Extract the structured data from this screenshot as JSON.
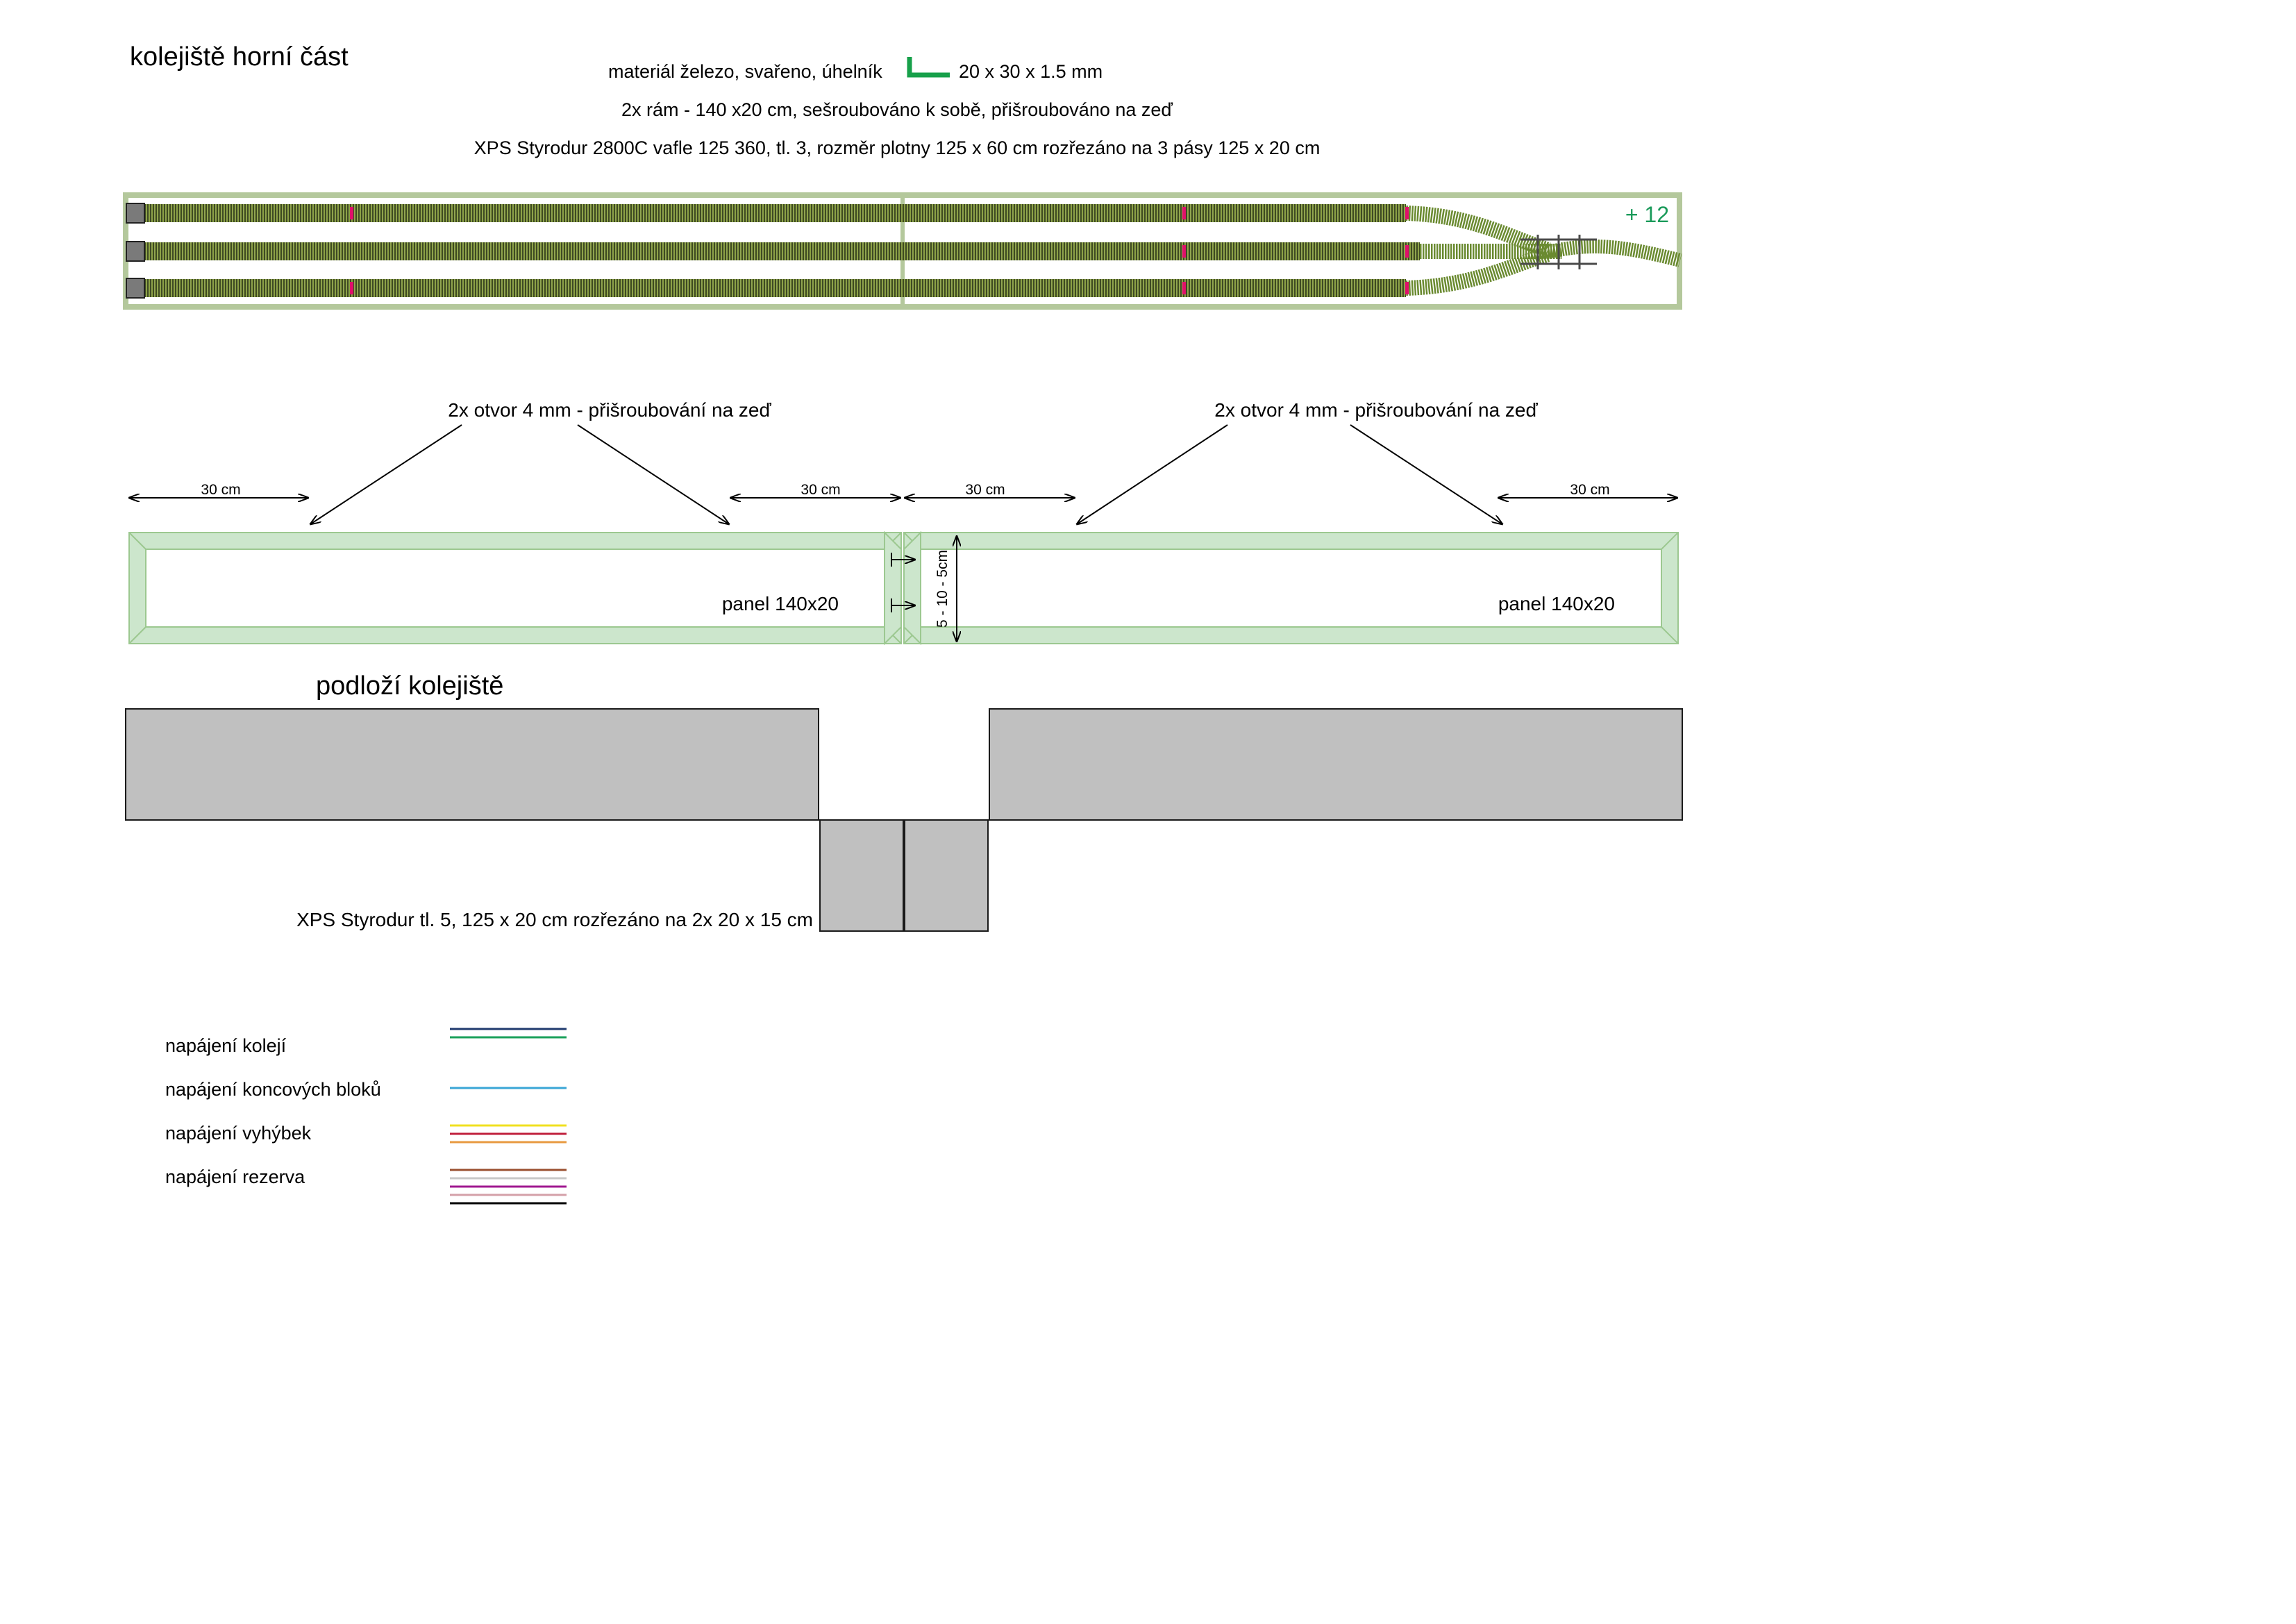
{
  "title": "kolejiště horní část",
  "notes": {
    "material_prefix": "materiál železo, svařeno, úhelník",
    "material_suffix": "20 x 30 x 1.5 mm",
    "frame": "2x rám - 140 x20 cm, sešroubováno k sobě, přišroubováno na zeď",
    "xps": "XPS Styrodur 2800C vafle 125 360, tl. 3,  rozměr plotny 125 x 60 cm rozřezáno na 3 pásy 125 x 20 cm"
  },
  "track_plan": {
    "badge": "+ 12"
  },
  "holes": {
    "left": "2x otvor 4 mm - přišroubování na zeď",
    "right": "2x otvor 4 mm - přišroubování na zeď"
  },
  "dimensions": {
    "d1": "30 cm",
    "d2": "30 cm",
    "d3": "30 cm",
    "d4": "30 cm",
    "vertical": "5 - 10 - 5cm"
  },
  "panels": {
    "left_label": "panel 140x20",
    "right_label": "panel 140x20"
  },
  "base": {
    "title": "podloží kolejiště",
    "note": "XPS Styrodur tl. 5,  125 x 20 cm rozřezáno na 2x 20 x 15 cm"
  },
  "legend": [
    {
      "label": "napájení kolejí",
      "colors": [
        "#1f3a6e",
        "#1aa05a"
      ]
    },
    {
      "label": "napájení koncových bloků",
      "colors": [
        "#3aa6d6"
      ]
    },
    {
      "label": "napájení vyhýbek",
      "colors": [
        "#f0e020",
        "#c0203c",
        "#e89a40"
      ]
    },
    {
      "label": "napájení rezerva",
      "colors": [
        "#9a5030",
        "#c8c8c8",
        "#a01890",
        "#d4a0a8",
        "#000000"
      ]
    }
  ],
  "colors": {
    "angle_bracket": "#17a04a",
    "board_frame": "#b4c89c",
    "badge": "#1a9a5a",
    "feeder": "#e0106a",
    "panel_fill": "#cce6cc",
    "panel_stroke": "#9cc890",
    "base_block": "#c0c0c0"
  }
}
